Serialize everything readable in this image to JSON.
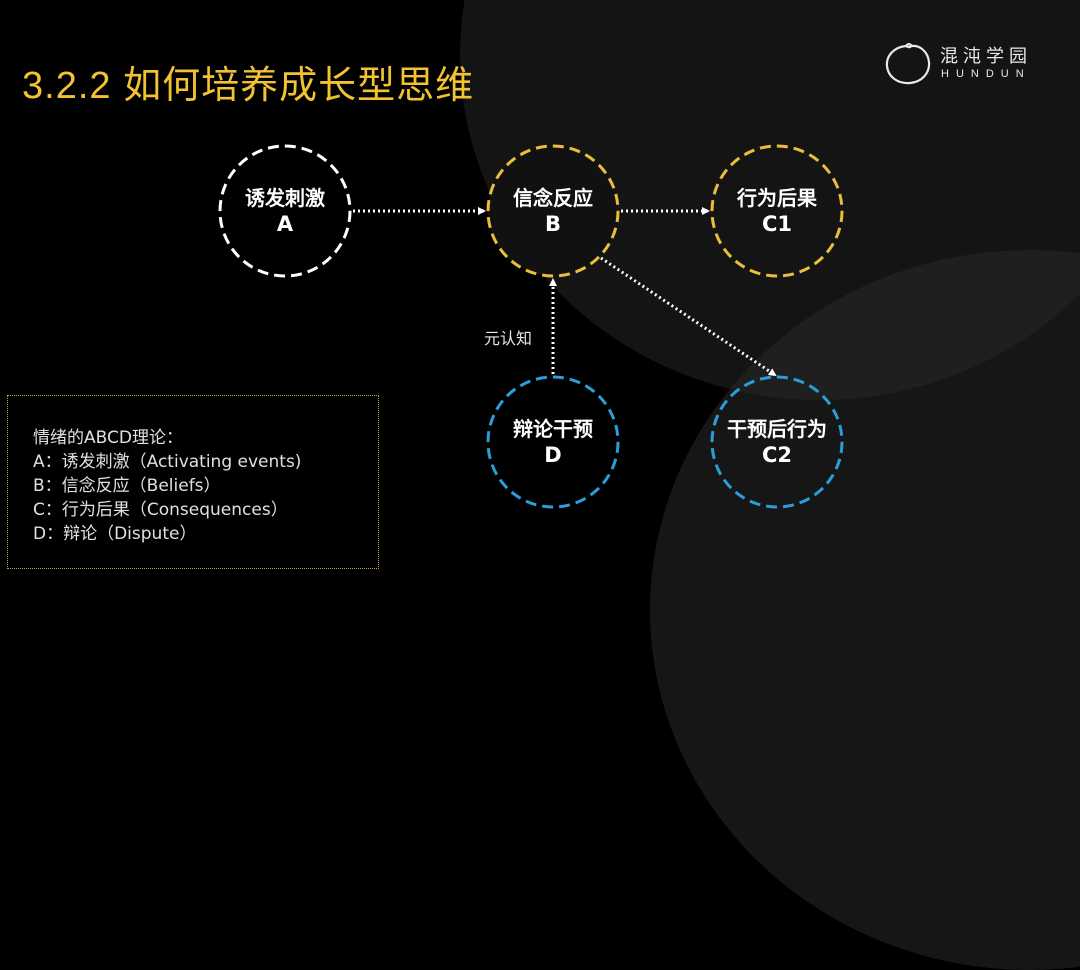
{
  "title": "3.2.2 如何培养成长型思维",
  "logo": {
    "icon": "circle-brush-logo-icon",
    "cn": "混沌学园",
    "en": "HUNDUN"
  },
  "colors": {
    "title": "#f2c232",
    "belief_ring": "#e8be3a",
    "stimulus_ring": "#ffffff",
    "dispute_ring": "#2c9ed6",
    "arrow": "#ffffff",
    "legend_border": "#c9a13a"
  },
  "nodes": [
    {
      "id": "A",
      "label": "诱发刺激",
      "letter": "A",
      "ring": "white"
    },
    {
      "id": "B",
      "label": "信念反应",
      "letter": "B",
      "ring": "yellow"
    },
    {
      "id": "C1",
      "label": "行为后果",
      "letter": "C1",
      "ring": "yellow"
    },
    {
      "id": "D",
      "label": "辩论干预",
      "letter": "D",
      "ring": "blue"
    },
    {
      "id": "C2",
      "label": "干预后行为",
      "letter": "C2",
      "ring": "blue"
    }
  ],
  "edges": [
    {
      "from": "A",
      "to": "B"
    },
    {
      "from": "B",
      "to": "C1"
    },
    {
      "from": "D",
      "to": "B",
      "label": "元认知"
    },
    {
      "from": "B",
      "to": "C2"
    }
  ],
  "edge_label": "元认知",
  "legend": {
    "heading": "情绪的ABCD理论：",
    "items": [
      "A：诱发刺激（Activating events)",
      "B：信念反应（Beliefs）",
      "C：行为后果（Consequences）",
      "D：辩论（Dispute）"
    ]
  }
}
